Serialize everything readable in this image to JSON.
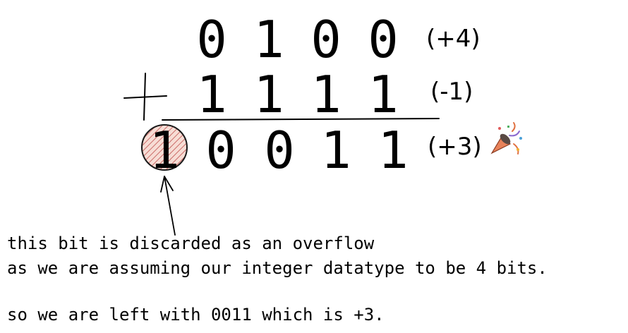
{
  "row1": {
    "bits": [
      "0",
      "1",
      "0",
      "0"
    ],
    "label": "(+4)"
  },
  "row2": {
    "bits": [
      "1",
      "1",
      "1",
      "1"
    ],
    "label": "(-1)"
  },
  "row3": {
    "overflow_bit": "1",
    "bits": [
      "0",
      "0",
      "1",
      "1"
    ],
    "label": "(+3)"
  },
  "operator": "+",
  "note": {
    "line1": "this bit is discarded as an overflow",
    "line2": "as we are assuming our integer datatype to be 4 bits.",
    "line3": "so we are left with 0011 which is +3."
  },
  "icons": {
    "celebration": "party-popper-icon"
  },
  "colors": {
    "ink": "#000000",
    "circle_fill": "#f2c4b8",
    "circle_hatch": "#c0504d",
    "popper": "#e8825a"
  }
}
